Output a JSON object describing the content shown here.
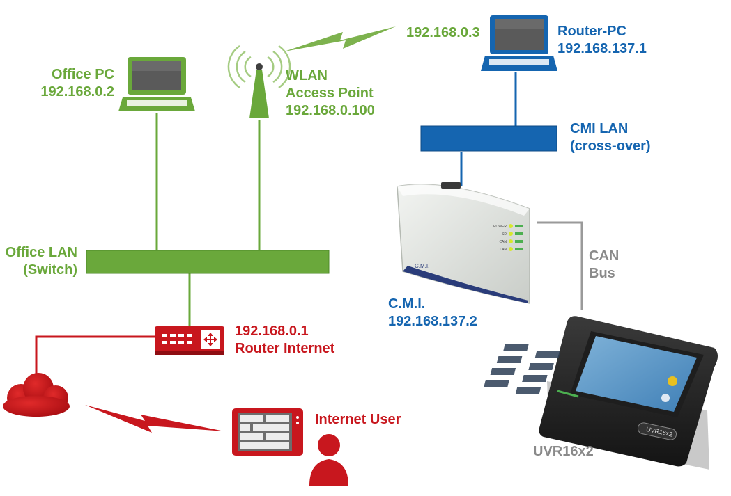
{
  "colors": {
    "office_network": "#6aa83b",
    "cmi_network": "#1565b0",
    "internet": "#c8171e",
    "can_bus": "#9a9a9a"
  },
  "nodes": {
    "office_pc": {
      "name": "Office PC",
      "ip": "192.168.0.2",
      "icon": "laptop-icon"
    },
    "wlan_ap": {
      "line1": "WLAN",
      "line2": "Access Point",
      "ip": "192.168.0.100",
      "icon": "antenna-icon"
    },
    "wireless_client_ip": "192.168.0.3",
    "router_pc": {
      "name": "Router-PC",
      "ip": "192.168.137.1",
      "icon": "laptop-icon"
    },
    "cmi_lan": {
      "line1": "CMI LAN",
      "line2": "(cross-over)"
    },
    "office_lan": {
      "line1": "Office LAN",
      "line2": "(Switch)"
    },
    "cmi": {
      "name": "C.M.I.",
      "ip": "192.168.137.2",
      "icon": "cmi-device-icon",
      "leds": [
        "POWER",
        "SD",
        "CAN",
        "LAN"
      ],
      "brand": "C.M.I."
    },
    "router_internet": {
      "ip": "192.168.0.1",
      "name": "Router Internet",
      "icon": "router-icon"
    },
    "can_bus": {
      "line1": "CAN",
      "line2": "Bus"
    },
    "internet_user": {
      "name": "Internet User",
      "icon": "user-icon"
    },
    "uvr": {
      "name": "UVR16x2",
      "icon": "controller-icon",
      "badge": "UVR16x2"
    }
  }
}
